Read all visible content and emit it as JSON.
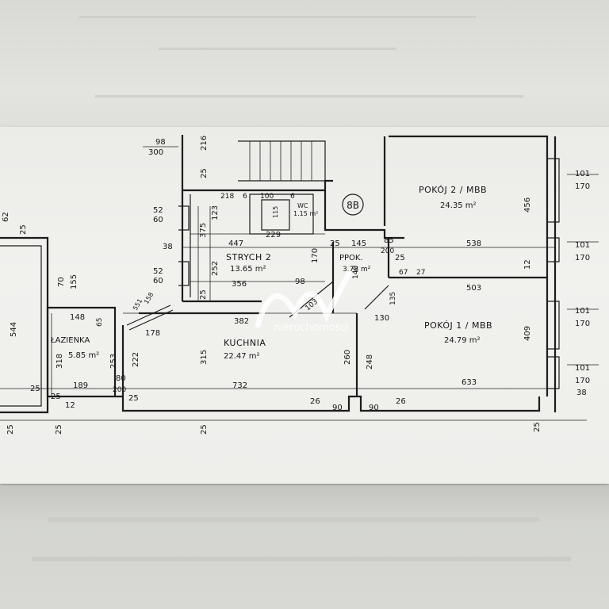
{
  "rooms": {
    "strych": {
      "name": "STRYCH 2",
      "area": "13.65 m²"
    },
    "wc": {
      "name": "WC",
      "area": "1.15 m²"
    },
    "spizarnia": {
      "name": "PPOK.",
      "area": "3.78 m²"
    },
    "pokoj2": {
      "name": "POKÓJ 2 / MBB",
      "area": "24.35 m²"
    },
    "pokoj1": {
      "name": "POKÓJ 1 / MBB",
      "area": "24.79 m²"
    },
    "kuchnia": {
      "name": "KUCHNIA",
      "area": "22.47 m²"
    },
    "lazienka": {
      "name": "ŁAZIENKA",
      "area": "5.85 m²"
    }
  },
  "unit_label": "8B",
  "watermark": {
    "brand": "nieruchomosci"
  },
  "dimensions": {
    "d98": "98",
    "d300": "300",
    "d216": "216",
    "d25_a": "25",
    "d218": "218",
    "d6": "6",
    "d100": "100",
    "d6b": "6",
    "d123": "123",
    "d375": "375",
    "d115": "115",
    "d447": "447",
    "d229": "229",
    "d52": "52",
    "d60": "60",
    "d52b": "52",
    "d60b": "60",
    "d38": "38",
    "d252": "252",
    "d356": "356",
    "d98b": "98",
    "d25_b": "25",
    "d170": "170",
    "d25_c": "25",
    "d145": "145",
    "d85": "85",
    "d200": "200",
    "d25_d": "25",
    "d538": "538",
    "d12": "12",
    "d67": "67",
    "d27": "27",
    "d503": "503",
    "d456": "456",
    "d409": "409",
    "d101_1": "101",
    "d170_1": "170",
    "d101_2": "101",
    "d170_2": "170",
    "d101_3": "101",
    "d170_3": "170",
    "d101_4": "101",
    "d170_4": "170",
    "d38b": "38",
    "d382": "382",
    "d178": "178",
    "d551": "551",
    "d158": "158",
    "d103": "103",
    "d135": "135",
    "d130": "130",
    "d140": "140",
    "d315": "315",
    "d260": "260",
    "d248": "248",
    "d633": "633",
    "d732": "732",
    "d26a": "26",
    "d90a": "90",
    "d90b": "90",
    "d26b": "26",
    "d25_e": "25",
    "d25_f": "25",
    "d25_g": "25",
    "d25_h": "25",
    "d62": "62",
    "d25_i": "25",
    "d544": "544",
    "d70": "70",
    "d155": "155",
    "d148": "148",
    "d65": "65",
    "d318": "318",
    "d253": "253",
    "d222": "222",
    "d80": "80",
    "d200b": "200",
    "d189": "189",
    "d25_j": "25",
    "d25_k": "25",
    "d12b": "12",
    "d25_l": "25"
  }
}
